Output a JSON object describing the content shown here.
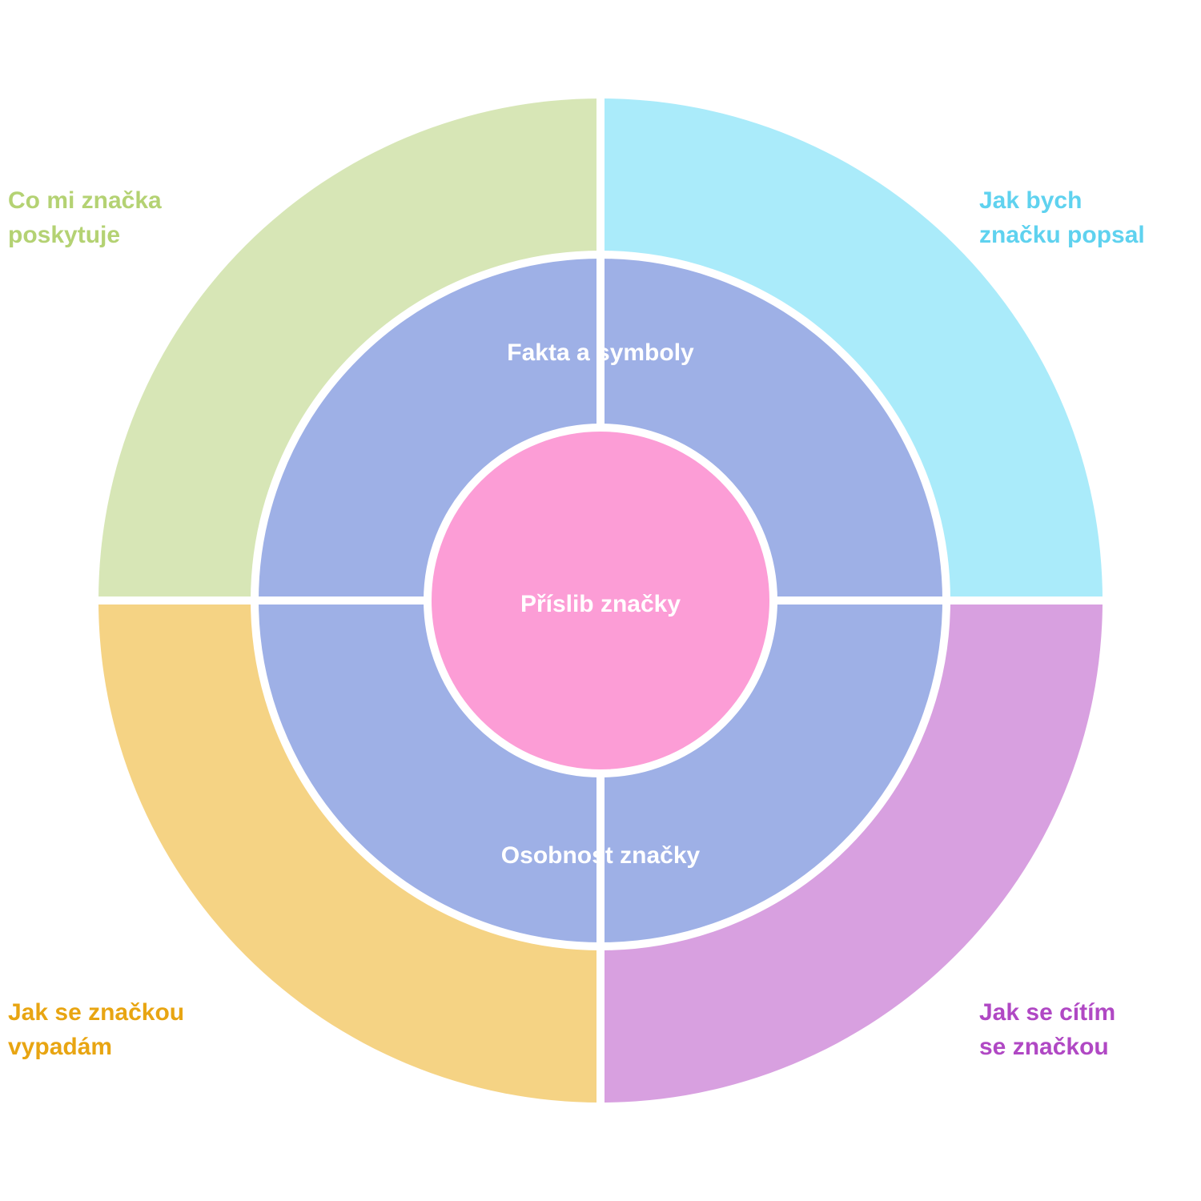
{
  "outer_ring": {
    "top_left": {
      "lines": [
        "Co mi značka",
        "poskytuje"
      ],
      "color": "#d7e6b6",
      "label_color": "#b4d273"
    },
    "top_right": {
      "lines": [
        "Jak bych",
        "značku popsal"
      ],
      "color": "#aaebfa",
      "label_color": "#5fd2ef"
    },
    "bottom_left": {
      "lines": [
        "Jak se značkou",
        "vypadám"
      ],
      "color": "#f5d384",
      "label_color": "#e8a512"
    },
    "bottom_right": {
      "lines": [
        "Jak se cítím",
        "se značkou"
      ],
      "color": "#d8a0e0",
      "label_color": "#b048c4"
    }
  },
  "middle_ring": {
    "color": "#9eb0e6",
    "top_label": "Fakta a symboly",
    "bottom_label": "Osobnost značky"
  },
  "center": {
    "color": "#fc9dd6",
    "label": "Příslib značky"
  }
}
